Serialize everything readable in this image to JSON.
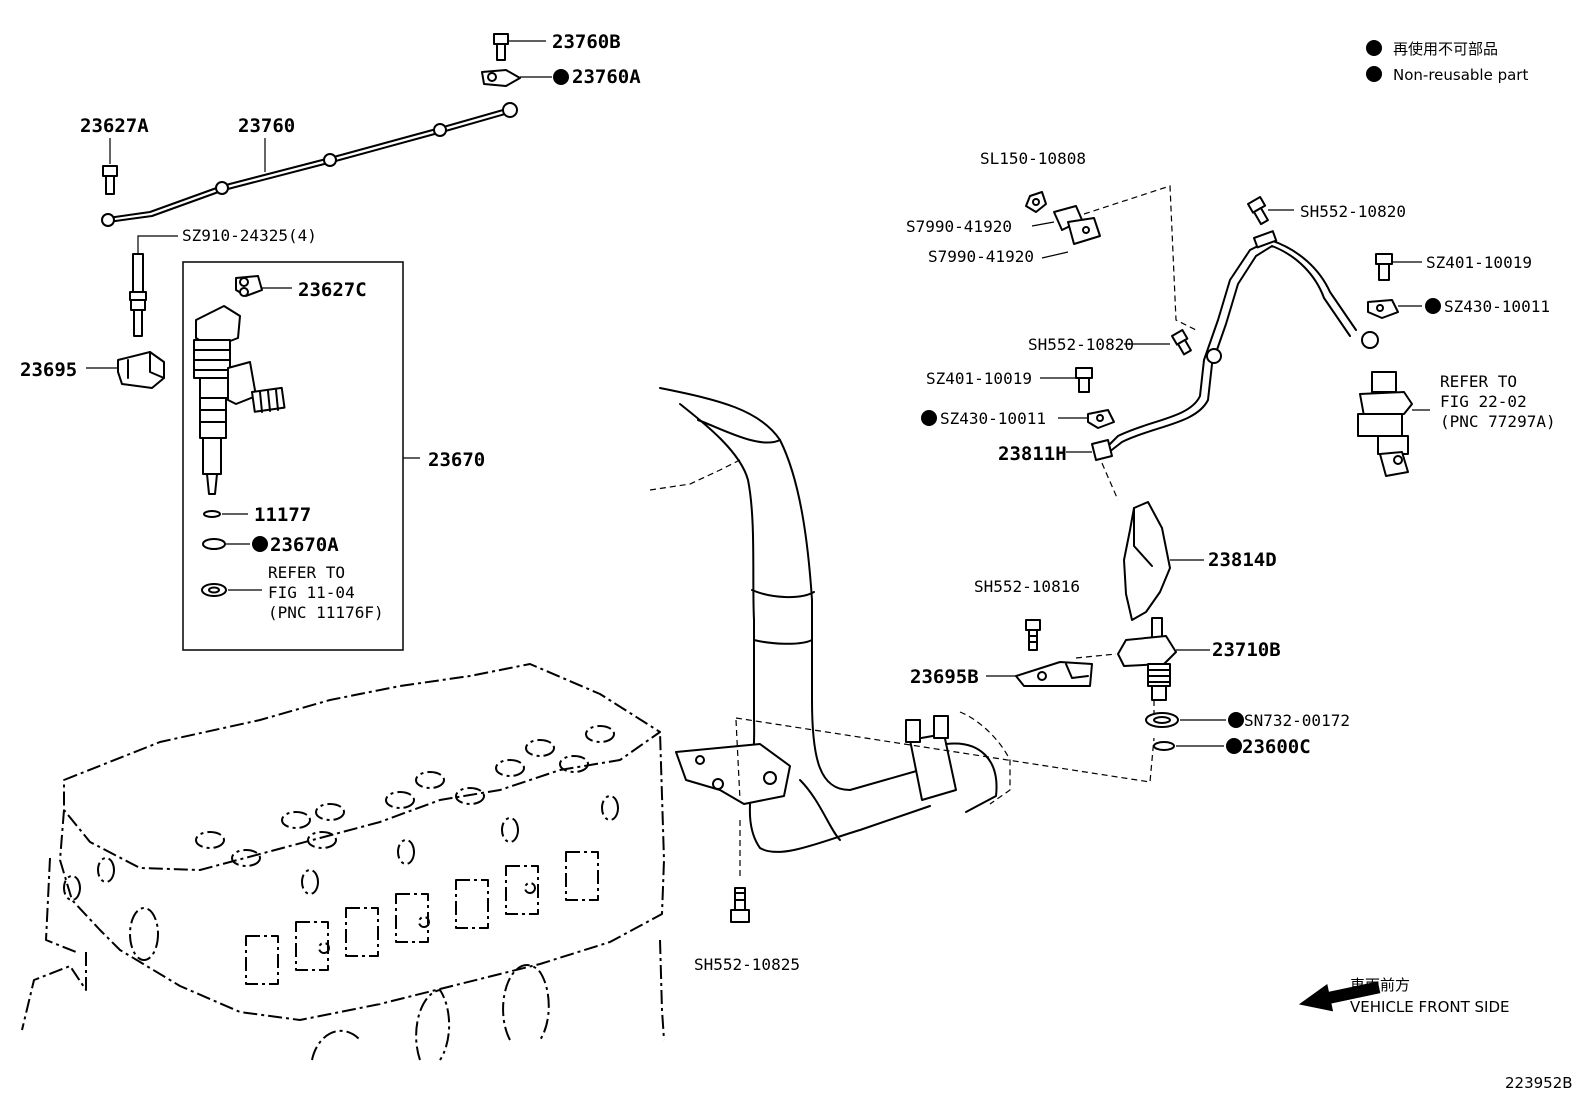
{
  "diagram_id": "223952B",
  "legend": {
    "jp": "再使用不可部品",
    "en": "Non-reusable part"
  },
  "direction": {
    "jp": "車両前方",
    "en": "VEHICLE FRONT SIDE"
  },
  "callouts": {
    "p23760B": "23760B",
    "p23760A": "23760A",
    "p23627A": "23627A",
    "p23760": "23760",
    "sz910": "SZ910-24325(4)",
    "p23627C": "23627C",
    "p23695": "23695",
    "p23670": "23670",
    "p11177": "11177",
    "p23670A": "23670A",
    "refer1_a": "REFER TO",
    "refer1_b": "FIG 11-04",
    "refer1_c": "(PNC 11176F)",
    "sl150": "SL150-10808",
    "s7990a": "S7990-41920",
    "s7990b": "S7990-41920",
    "sh552_820": "SH552-10820",
    "sz401_top": "SZ401-10019",
    "sz430_top": "SZ430-10011",
    "sh552_820b": "SH552-10820",
    "sz401_mid": "SZ401-10019",
    "sz430_mid": "SZ430-10011",
    "p23811H": "23811H",
    "refer2_a": "REFER TO",
    "refer2_b": "FIG 22-02",
    "refer2_c": "(PNC 77297A)",
    "p23814D": "23814D",
    "sh552_816": "SH552-10816",
    "p23710B": "23710B",
    "p23695B": "23695B",
    "sn732": "SN732-00172",
    "p23600C": "23600C",
    "sh552_825": "SH552-10825"
  }
}
